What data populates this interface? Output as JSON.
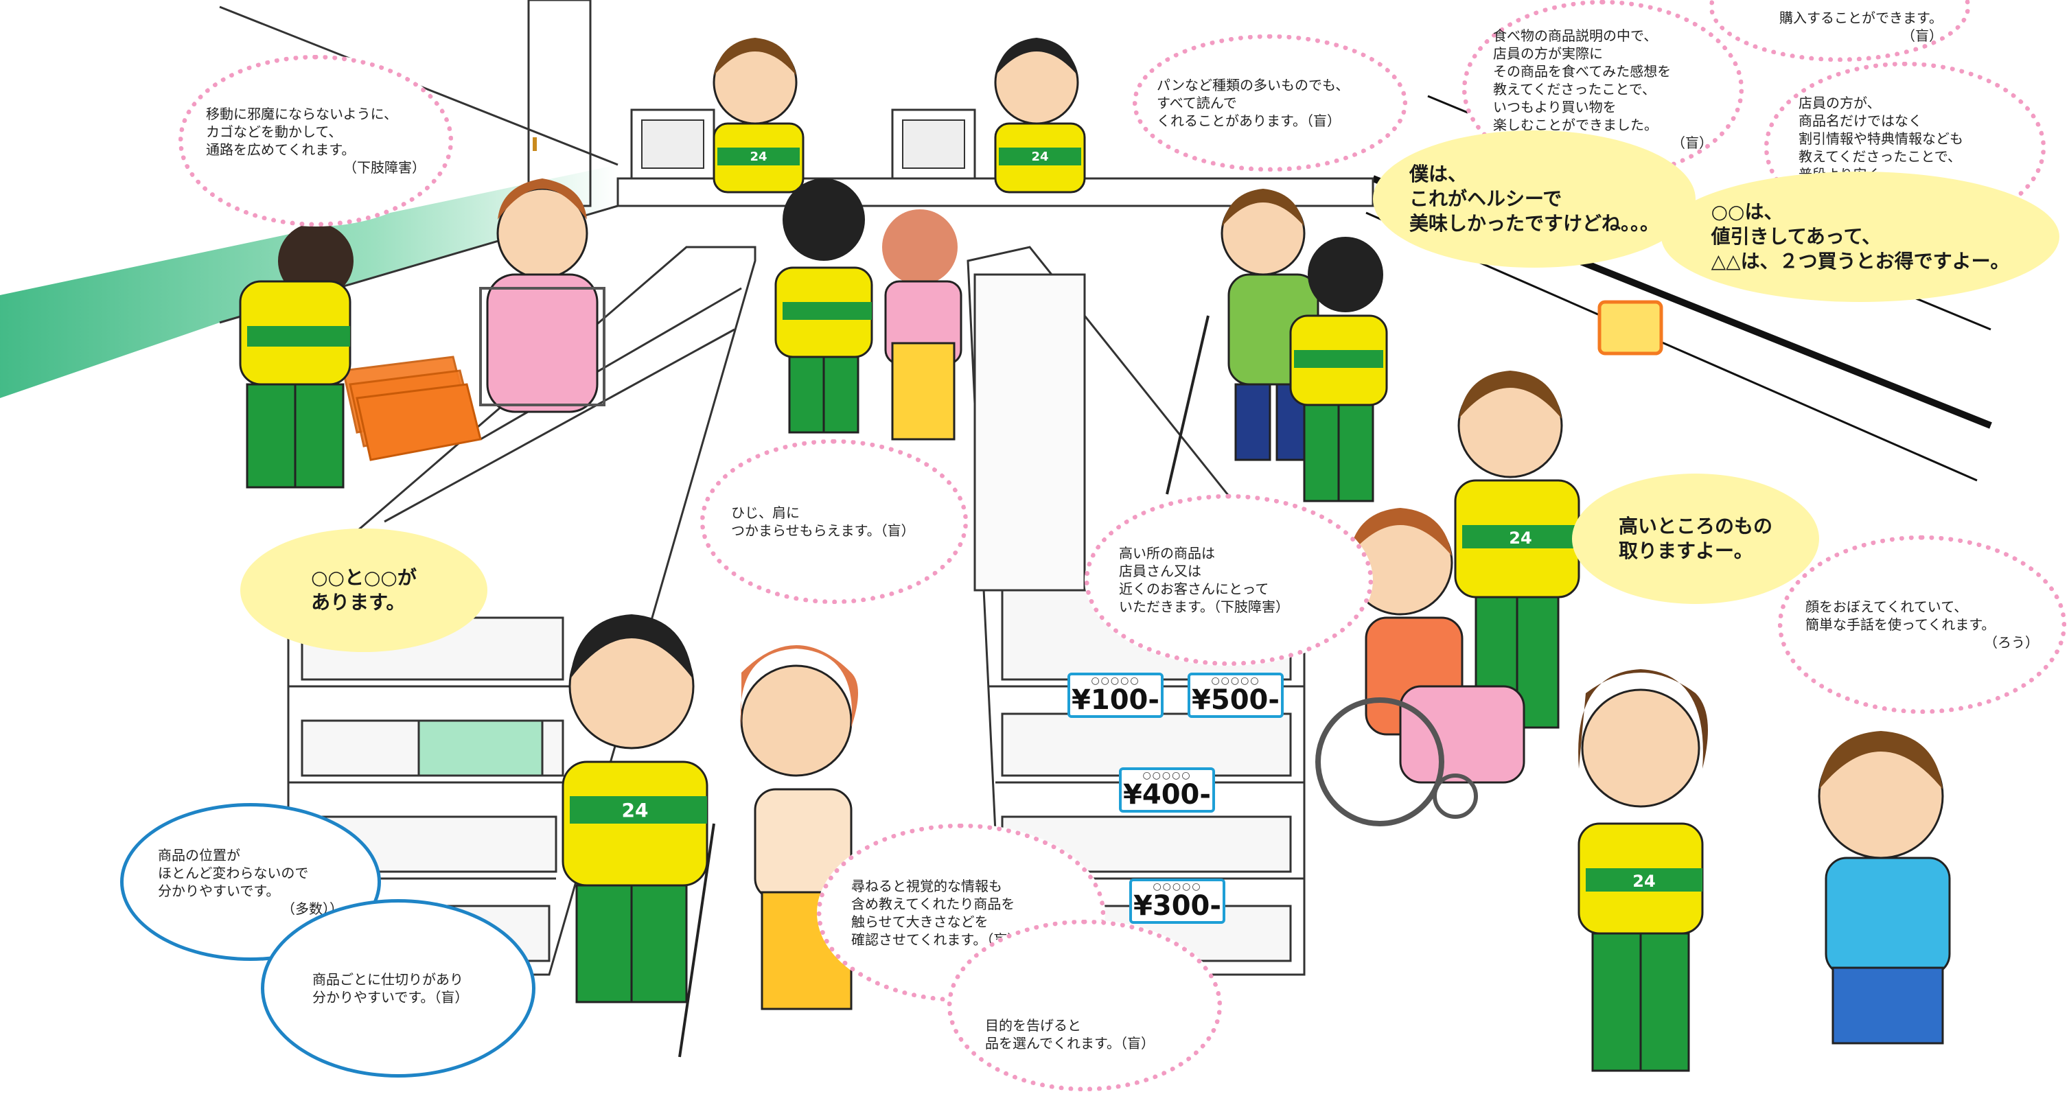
{
  "scene": {
    "shirt_number": "24",
    "colors": {
      "staff_shirt_yellow": "#f4e700",
      "staff_shirt_green": "#1f9b3c",
      "staff_pants_green": "#1f9b3c",
      "bubble_border_pink": "#f29bc2",
      "bubble_border_blue": "#1e84c6",
      "speech_fill": "#fff6a8",
      "floor_teal": "#2fb37a",
      "basket_orange": "#f47a20",
      "price_border": "#1e9fd6"
    }
  },
  "bubbles": {
    "move_basket": {
      "text": "移動に邪魔にならないように、\nカゴなどを動かして、\n通路を広めてくれます。",
      "note": "（下肢障害）"
    },
    "read_bread": {
      "text": "パンなど種類の多いものでも、\nすべて読んで\nくれることがあります。（盲）",
      "note": ""
    },
    "food_taste": {
      "text": "食べ物の商品説明の中で、\n店員の方が実際に\nその商品を食べてみた感想を\n教えてくださったことで、\nいつもより買い物を\n楽しむことができました。",
      "note": "（盲）"
    },
    "top_cut": {
      "text": "購入することができます。",
      "note": "（盲）"
    },
    "discount_info": {
      "text": "店員の方が、\n商品名だけではなく\n割引情報や特典情報なども\n教えてくださったことで、\n普段より安く\n買い物できました。（盲）",
      "note": ""
    },
    "elbow_shoulder": {
      "text": "ひじ、肩に\nつかまらせもらえます。（盲）",
      "note": ""
    },
    "high_shelf": {
      "text": "高い所の商品は\n店員さん又は\n近くのお客さんにとって\nいただきます。（下肢障害）",
      "note": ""
    },
    "face_sign": {
      "text": "顔をおぼえてくれていて、\n簡単な手話を使ってくれます。",
      "note": "（ろう）"
    },
    "position_same": {
      "text": "商品の位置が\nほとんど変わらないので\n分かりやすいです。",
      "note": "（多数））"
    },
    "divider": {
      "text": "商品ごとに仕切りがあり\n分かりやすいです。（盲）",
      "note": ""
    },
    "touch_size": {
      "text": "尋ねると視覚的な情報も\n含め教えてくれたり商品を\n触らせて大きさなどを\n確認させてくれます。（盲）",
      "note": ""
    },
    "choose_item": {
      "text": "目的を告げると\n品を選んでくれます。（盲）",
      "note": ""
    }
  },
  "speech": {
    "healthy": "僕は、\nこれがヘルシーで\n美味しかったですけどね。。。",
    "discount": "○○は、\n値引きしてあって、\n△△は、２つ買うとお得ですよー。",
    "take_high": "高いところのもの\n取りますよー。",
    "there_is": "○○と○○が\nあります。"
  },
  "prices": {
    "p100": {
      "dots": "○○○○○",
      "amount": "¥100-"
    },
    "p500": {
      "dots": "○○○○○",
      "amount": "¥500-"
    },
    "p400": {
      "dots": "○○○○○",
      "amount": "¥400-"
    },
    "p300": {
      "dots": "○○○○○",
      "amount": "¥300-"
    }
  }
}
